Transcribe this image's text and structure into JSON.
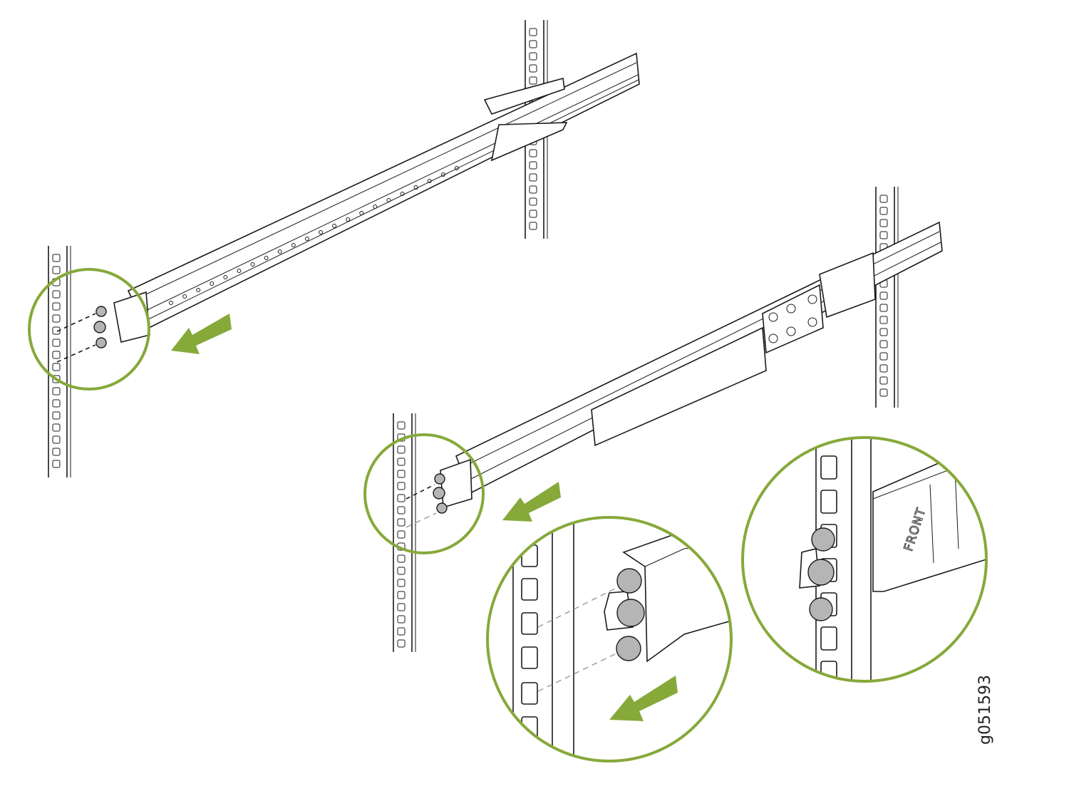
{
  "figure": {
    "id_label": "g051593",
    "rail_marking": "FRONT"
  },
  "colors": {
    "accent": "#86a93a",
    "line": "#1a1a1a",
    "screw": "#b5b5b5"
  },
  "icons": {
    "direction_arrow": "arrow-down-left-icon",
    "callout": "zoom-circle"
  }
}
